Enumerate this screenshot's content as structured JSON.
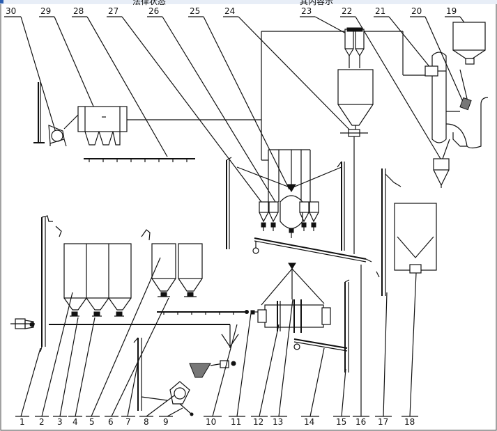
{
  "top_cut_text": [
    "法律状态",
    "其内容示"
  ],
  "top_numbers": [
    "30",
    "29",
    "28",
    "27",
    "26",
    "25",
    "24",
    "23",
    "22",
    "21",
    "20",
    "19"
  ],
  "bottom_numbers": [
    "1",
    "2",
    "3",
    "4",
    "5",
    "6",
    "7",
    "8",
    "9",
    "10",
    "11",
    "12",
    "13",
    "14",
    "15",
    "16",
    "17",
    "18"
  ]
}
